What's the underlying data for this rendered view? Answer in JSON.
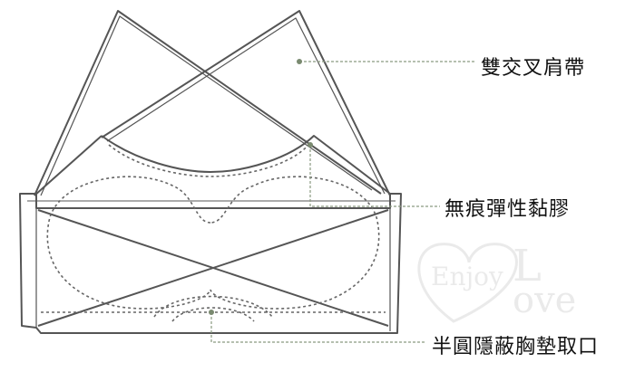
{
  "labels": {
    "straps": "雙交叉肩帶",
    "adhesive": "無痕彈性黏膠",
    "pad_opening": "半圓隱蔽胸墊取口"
  },
  "watermark": {
    "text1": "Enjoy",
    "text2": "Love"
  },
  "colors": {
    "outline": "#555555",
    "leader": "#8a9a80",
    "dot": "#7a8a70",
    "text": "#111111"
  }
}
